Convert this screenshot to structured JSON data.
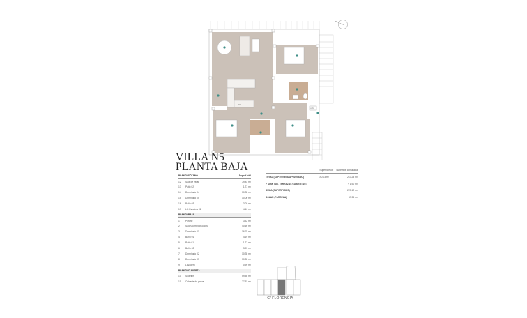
{
  "title": {
    "line1": "VILLA N5",
    "line2": "PLANTA BAJA"
  },
  "colors": {
    "floor_main": "#cbc1b8",
    "floor_wet": "#c9ad94",
    "wall": "#ffffff",
    "marker": "#3f8f88",
    "line": "#999999",
    "location_highlight": "#777777"
  },
  "room_table": {
    "col_header": "Superf. útil",
    "sections": [
      {
        "name": "PLANTA SÓTANO",
        "rows": [
          {
            "num": "12",
            "name": "Sala de estar",
            "area": "79.81 m²"
          },
          {
            "num": "13",
            "name": "Patio 02",
            "area": "1.73 m²"
          },
          {
            "num": "14",
            "name": "Dormitorio 04",
            "area": "10.35 m²"
          },
          {
            "num": "15",
            "name": "Dormitorio 05",
            "area": "10.00 m²"
          },
          {
            "num": "16",
            "name": "Baño 03",
            "area": "3.05 m²"
          },
          {
            "num": "17",
            "name": "LG Escalera 02",
            "area": "4.10 m²"
          }
        ]
      },
      {
        "name": "PLANTA BAJA",
        "rows": [
          {
            "num": "1",
            "name": "Porche",
            "area": "3.32 m²"
          },
          {
            "num": "2",
            "name": "Salón-comedor-cocina",
            "area": "40.69 m²"
          },
          {
            "num": "3",
            "name": "Dormitorio 01",
            "area": "16.78 m²"
          },
          {
            "num": "4",
            "name": "Baño 01",
            "area": "4.69 m²"
          },
          {
            "num": "5",
            "name": "Patio 01",
            "area": "1.73 m²"
          },
          {
            "num": "6",
            "name": "Baño 02",
            "area": "3.95 m²"
          },
          {
            "num": "7",
            "name": "Dormitorio 02",
            "area": "10.35 m²"
          },
          {
            "num": "8",
            "name": "Dormitorio 03",
            "area": "10.83 m²"
          },
          {
            "num": "9",
            "name": "Lavadero",
            "area": "0.90 m²"
          }
        ]
      },
      {
        "name": "PLANTA CUBIERTA",
        "rows": [
          {
            "num": "10",
            "name": "Solarium",
            "area": "59.55 m²"
          },
          {
            "num": "11",
            "name": "Cubierta de grava",
            "area": "27.53 m²"
          }
        ]
      }
    ]
  },
  "totals": {
    "headers": [
      "Superficie útil",
      "Superficie construida"
    ],
    "rows": [
      {
        "label": "TOTAL (SUP. VIVIENDA + SÓTANO)",
        "util": "190.03 m²",
        "construida": "213.25 m²"
      },
      {
        "label": "+ SUM. (SN. TERRAZAS CUBIERTAS)",
        "util": "",
        "construida": "+ 1.90 m²"
      },
      {
        "label": "SUMA (SUPERFICIES)",
        "util": "",
        "construida": "220.12 m²"
      },
      {
        "label": "SOLAR (PARCELA)",
        "util": "",
        "construida": "59.55 m²"
      }
    ]
  },
  "location": {
    "label": "C/ FLORENCIA"
  },
  "plan": {
    "labels": {
      "lv": "LV",
      "lvd": "LVD"
    }
  }
}
